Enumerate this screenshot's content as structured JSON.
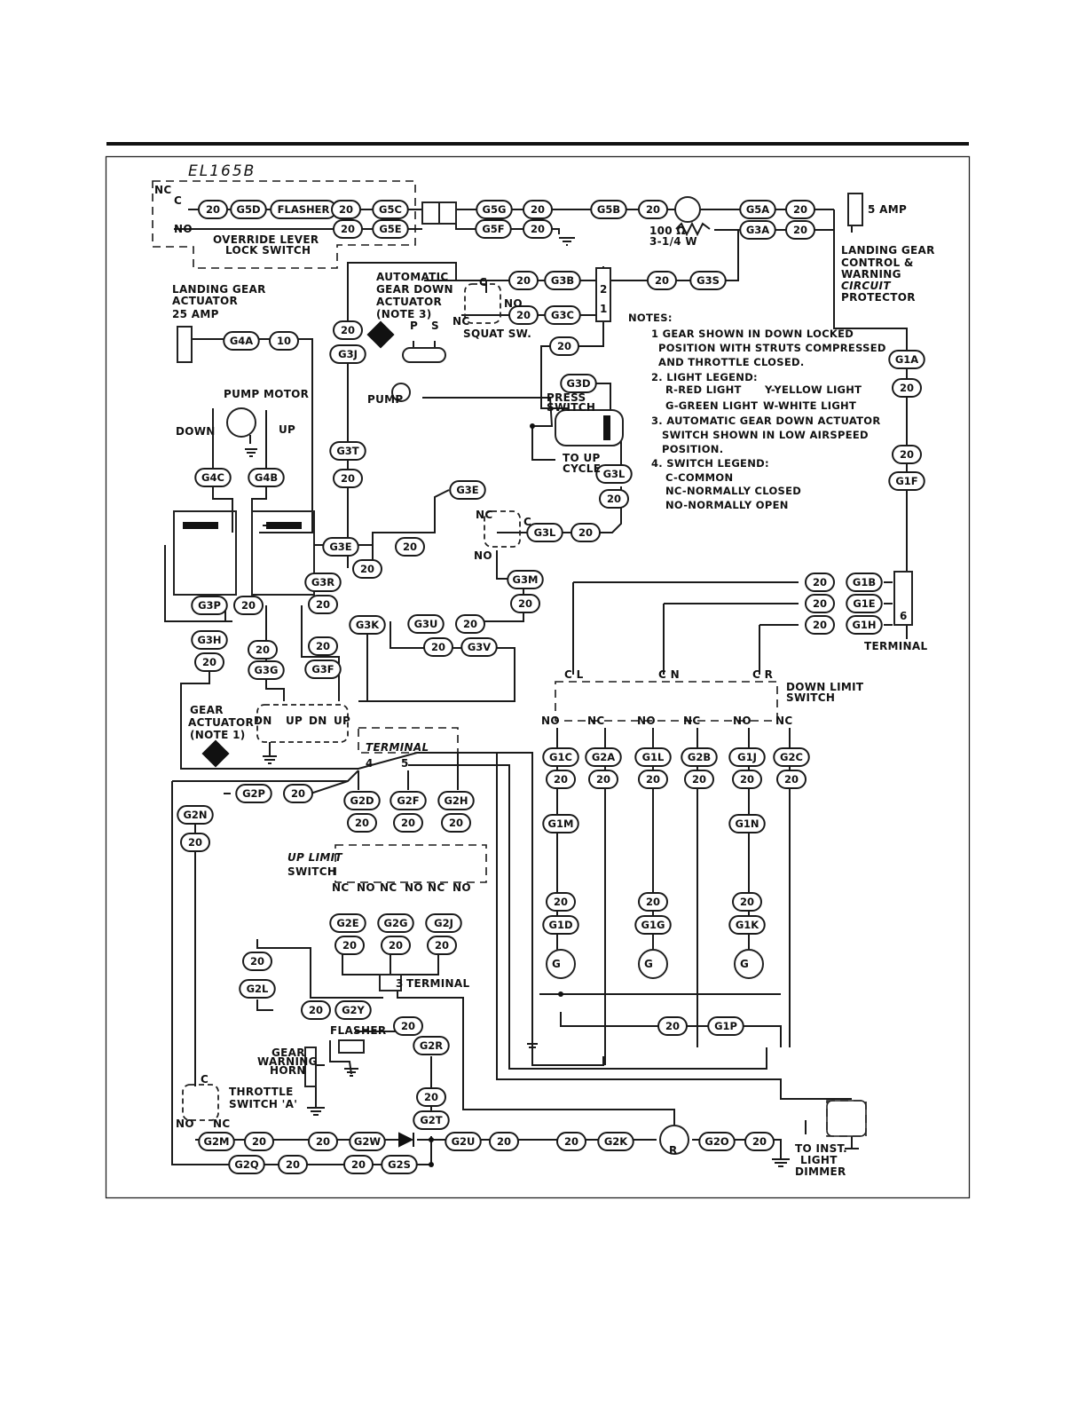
{
  "diagram_id": "EL165B",
  "pills": [
    [
      "p1",
      "20"
    ],
    [
      "p2",
      "G5D"
    ],
    [
      "p3",
      "FLASHER"
    ],
    [
      "p4",
      "20"
    ],
    [
      "p5",
      "G5C"
    ],
    [
      "p6",
      "20"
    ],
    [
      "p7",
      "G5E"
    ],
    [
      "p8",
      "G5G"
    ],
    [
      "p9",
      "20"
    ],
    [
      "p10",
      "G5B"
    ],
    [
      "p11",
      "20"
    ],
    [
      "p12",
      "G5F"
    ],
    [
      "p13",
      "20"
    ],
    [
      "p14",
      "G5A"
    ],
    [
      "p15",
      "20"
    ],
    [
      "p16",
      "G3A"
    ],
    [
      "p17",
      "20"
    ],
    [
      "p18",
      "20"
    ],
    [
      "p19",
      "G3B"
    ],
    [
      "p20",
      "20"
    ],
    [
      "p21",
      "G3C"
    ],
    [
      "p22",
      "20"
    ],
    [
      "p23",
      "G3S"
    ],
    [
      "p24",
      "G4A"
    ],
    [
      "p25",
      "10"
    ],
    [
      "p26",
      "20"
    ],
    [
      "p27",
      "G3J"
    ],
    [
      "p28",
      "20"
    ],
    [
      "p29",
      "G3D"
    ],
    [
      "p30",
      "G3T"
    ],
    [
      "p31",
      "20"
    ],
    [
      "p32",
      "G3L"
    ],
    [
      "p33",
      "20"
    ],
    [
      "p34",
      "G3E"
    ],
    [
      "p35",
      "G4C"
    ],
    [
      "p36",
      "G4B"
    ],
    [
      "p37",
      "G3E"
    ],
    [
      "p38",
      "20"
    ],
    [
      "p39",
      "G3L"
    ],
    [
      "p40",
      "20"
    ],
    [
      "p41",
      "20"
    ],
    [
      "p42",
      "G3R"
    ],
    [
      "p43",
      "G3M"
    ],
    [
      "p44",
      "20"
    ],
    [
      "p45",
      "G3P"
    ],
    [
      "p46",
      "20"
    ],
    [
      "p47",
      "20"
    ],
    [
      "p48",
      "G3U"
    ],
    [
      "p49",
      "20"
    ],
    [
      "p50",
      "G3K"
    ],
    [
      "p51",
      "20"
    ],
    [
      "p52",
      "G3V"
    ],
    [
      "p53",
      "G3H"
    ],
    [
      "p54",
      "20"
    ],
    [
      "p55",
      "20"
    ],
    [
      "p56",
      "20"
    ],
    [
      "p57",
      "G3G"
    ],
    [
      "p58",
      "G3F"
    ],
    [
      "p59",
      "G1A"
    ],
    [
      "p60",
      "20"
    ],
    [
      "p61",
      "20"
    ],
    [
      "p62",
      "G1F"
    ],
    [
      "p63",
      "20"
    ],
    [
      "p64",
      "G1B"
    ],
    [
      "p65",
      "20"
    ],
    [
      "p66",
      "G1E"
    ],
    [
      "p67",
      "20"
    ],
    [
      "p68",
      "G1H"
    ],
    [
      "p69",
      "G2P"
    ],
    [
      "p70",
      "20"
    ],
    [
      "p71",
      "G2N"
    ],
    [
      "p72",
      "20"
    ],
    [
      "p73",
      "G2D"
    ],
    [
      "p74",
      "G2F"
    ],
    [
      "p75",
      "G2H"
    ],
    [
      "p76",
      "20"
    ],
    [
      "p77",
      "20"
    ],
    [
      "p78",
      "20"
    ],
    [
      "p79",
      "G1C"
    ],
    [
      "p80",
      "G2A"
    ],
    [
      "p81",
      "G1L"
    ],
    [
      "p82",
      "G2B"
    ],
    [
      "p83",
      "G1J"
    ],
    [
      "p84",
      "G2C"
    ],
    [
      "p85",
      "20"
    ],
    [
      "p86",
      "20"
    ],
    [
      "p87",
      "20"
    ],
    [
      "p88",
      "20"
    ],
    [
      "p89",
      "20"
    ],
    [
      "p90",
      "20"
    ],
    [
      "p91",
      "G1M"
    ],
    [
      "p92",
      "G1N"
    ],
    [
      "p93",
      "20"
    ],
    [
      "p94",
      "20"
    ],
    [
      "p95",
      "20"
    ],
    [
      "p96",
      "G1D"
    ],
    [
      "p97",
      "G1G"
    ],
    [
      "p98",
      "G1K"
    ],
    [
      "p99",
      "G2E"
    ],
    [
      "p100",
      "G2G"
    ],
    [
      "p101",
      "G2J"
    ],
    [
      "p102",
      "20"
    ],
    [
      "p103",
      "20"
    ],
    [
      "p104",
      "20"
    ],
    [
      "p105",
      "20"
    ],
    [
      "p106",
      "G2L"
    ],
    [
      "p107",
      "20"
    ],
    [
      "p108",
      "G2Y"
    ],
    [
      "p109",
      "20"
    ],
    [
      "p110",
      "G2R"
    ],
    [
      "p111",
      "20"
    ],
    [
      "p112",
      "G2T"
    ],
    [
      "p113",
      "20"
    ],
    [
      "p114",
      "G1P"
    ],
    [
      "p115",
      "G2M"
    ],
    [
      "p116",
      "20"
    ],
    [
      "p117",
      "20"
    ],
    [
      "p118",
      "G2W"
    ],
    [
      "p119",
      "G2U"
    ],
    [
      "p120",
      "20"
    ],
    [
      "p121",
      "20"
    ],
    [
      "p122",
      "G2K"
    ],
    [
      "p123",
      "G2O"
    ],
    [
      "p124",
      "20"
    ],
    [
      "p125",
      "G2Q"
    ],
    [
      "p126",
      "20"
    ],
    [
      "p127",
      "20"
    ],
    [
      "p128",
      "G2S"
    ]
  ],
  "labels": {
    "nc_top": "NC",
    "c_top": "C",
    "no_top": "NO",
    "override_switch": "OVERRIDE LEVER",
    "override_switch_2": "LOCK SWITCH",
    "resistor_value": "100 Ω",
    "resistor_watt": "3-1/4 W",
    "breaker_5amp": "5 AMP",
    "protector_1": "LANDING GEAR",
    "protector_2": "CONTROL &",
    "protector_3": "WARNING",
    "protector_4": "CIRCUIT",
    "protector_5": "PROTECTOR",
    "lg_actuator_1": "LANDING GEAR",
    "lg_actuator_2": "ACTUATOR",
    "lg_actuator_3": "25 AMP",
    "auto_1": "AUTOMATIC",
    "auto_2": "GEAR DOWN",
    "auto_3": "ACTUATOR",
    "auto_4": "(NOTE 3)",
    "p_label": "P",
    "s_label": "S",
    "squat_c": "C",
    "squat_nc": "NC",
    "squat_no": "NO",
    "squat": "SQUAT SW.",
    "term_2": "2",
    "term_1": "1",
    "pump_motor": "PUMP MOTOR",
    "down": "DOWN",
    "up": "UP",
    "pump": "PUMP",
    "press_1": "PRESS",
    "press_2": "SWITCH",
    "to_up_1": "TO UP",
    "to_up_2": "CYCLE",
    "notes_h": "NOTES:",
    "note1a": "1 GEAR SHOWN IN DOWN LOCKED",
    "note1b": "POSITION WITH STRUTS COMPRESSED",
    "note1c": "AND THROTTLE CLOSED.",
    "note2a": "2. LIGHT LEGEND:",
    "note2b": "R-RED LIGHT",
    "note2c": "Y-YELLOW LIGHT",
    "note2d": "G-GREEN LIGHT",
    "note2e": "W-WHITE LIGHT",
    "note3a": "3. AUTOMATIC GEAR DOWN ACTUATOR",
    "note3b": "SWITCH SHOWN IN LOW AIRSPEED",
    "note3c": "POSITION.",
    "note4a": "4. SWITCH LEGEND:",
    "note4b": "C-COMMON",
    "note4c": "NC-NORMALLY CLOSED",
    "note4d": "NO-NORMALLY OPEN",
    "gd_nc": "NC",
    "gd_c": "C",
    "gd_no": "NO",
    "term_6": "6",
    "terminal_right": "TERMINAL",
    "cl": "C L",
    "cn": "C N",
    "cr": "C R",
    "down_limit_1": "DOWN LIMIT",
    "down_limit_2": "SWITCH",
    "dl_no1": "NO",
    "dl_nc1": "NC",
    "dl_no2": "NO",
    "dl_nc2": "NC",
    "dl_no3": "NO",
    "dl_nc3": "NC",
    "ga_dn1": "DN",
    "ga_up1": "UP",
    "ga_dn2": "DN",
    "ga_up2": "UP",
    "gear_act_1": "GEAR",
    "gear_act_2": "ACTUATOR",
    "gear_act_3": "(NOTE 1)",
    "terminal_mid": "TERMINAL",
    "t4": "4",
    "t5": "5",
    "up_limit_1": "UP LIMIT",
    "up_limit_2": "SWITCH",
    "ul_nc1": "NC",
    "ul_no1": "NO",
    "ul_nc2": "NC",
    "ul_no2": "NO",
    "ul_nc3": "NC",
    "ul_no3": "NO",
    "t3": "3",
    "terminal_3": "TERMINAL",
    "flasher": "FLASHER",
    "horn_1": "GEAR",
    "horn_2": "WARNING",
    "horn_3": "HORN",
    "throttle_c": "C",
    "throttle_1": "THROTTLE",
    "throttle_2": "SWITCH 'A'",
    "throttle_no": "NO",
    "throttle_nc": "NC",
    "g_light": "G",
    "r_light": "R",
    "to_inst_1": "TO INST.",
    "to_inst_2": "LIGHT",
    "to_inst_3": "DIMMER"
  }
}
